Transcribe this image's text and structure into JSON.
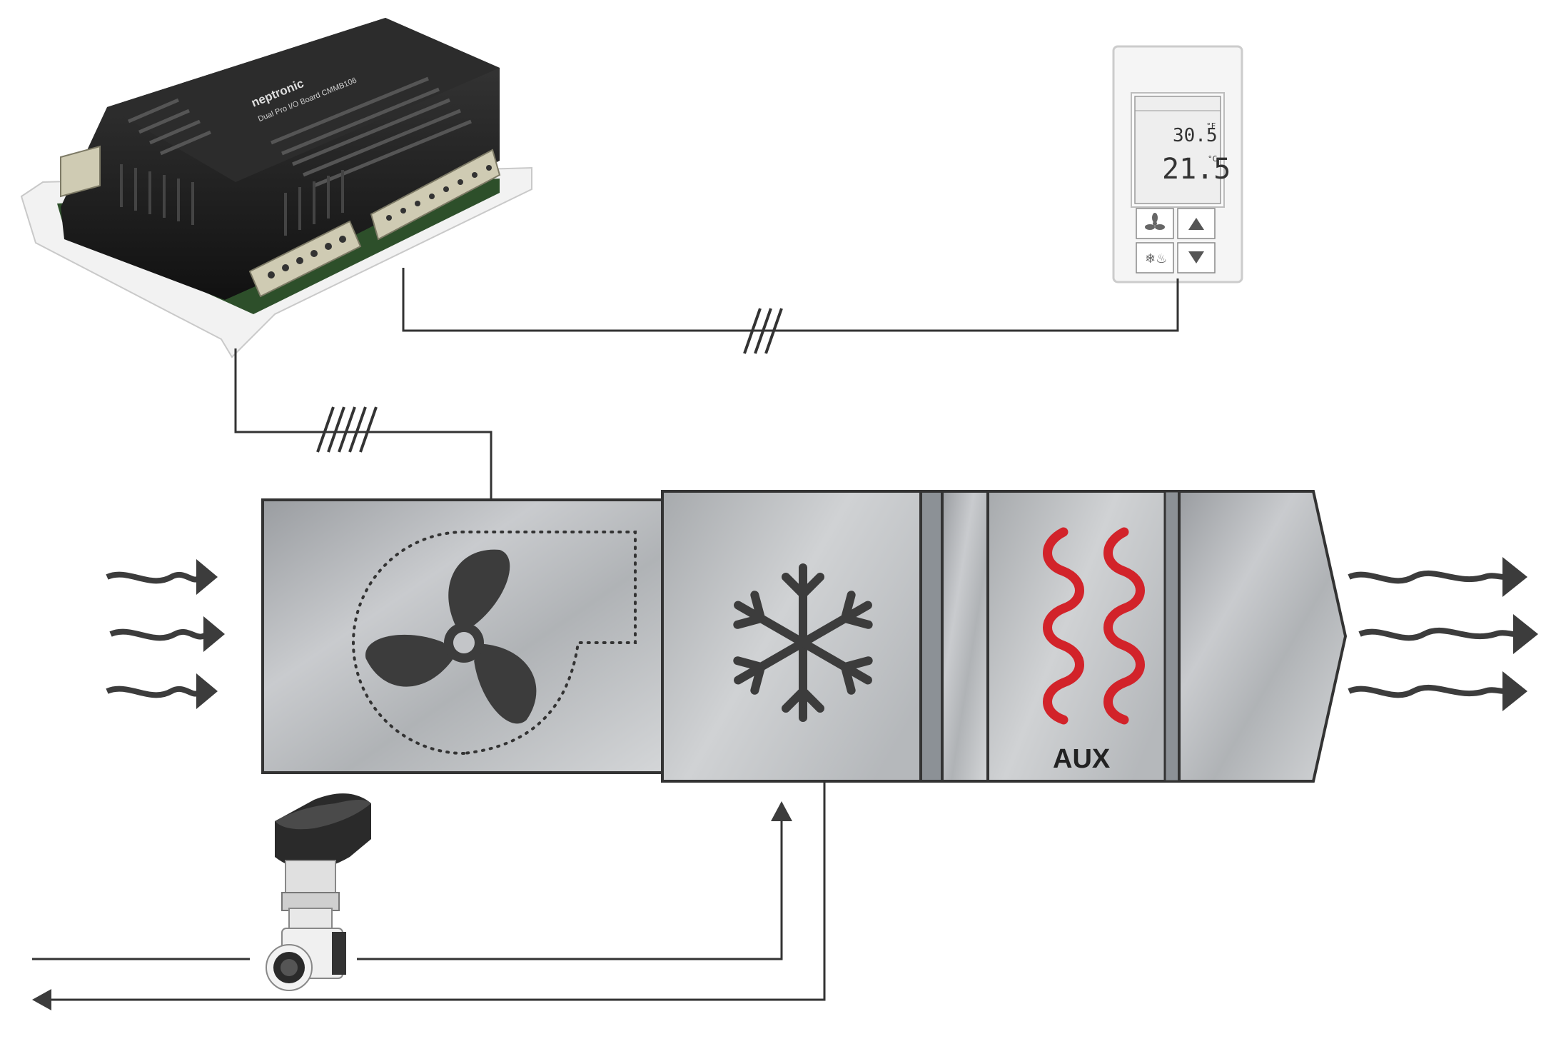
{
  "controller": {
    "brand": "neptronic",
    "model_text": "Dual Pro I/O Board CMMB106"
  },
  "thermostat": {
    "setpoint_display": "30.5",
    "setpoint_unit": "°F",
    "temperature_display": "21.5",
    "temperature_unit": "°C",
    "buttons": [
      "fan-icon",
      "up-arrow-icon",
      "snowflake-flame-icon",
      "down-arrow-icon"
    ]
  },
  "wiring": {
    "thermostat_link_marks": 3,
    "unit_link_marks": 5
  },
  "air_handling_unit": {
    "sections": [
      "fan-icon",
      "snowflake-icon",
      "heater-icon"
    ],
    "aux_label": "AUX"
  },
  "colors": {
    "line": "#333333",
    "heater_coil": "#d2232a",
    "casing": "#b7b9bc",
    "icon_dark": "#3c3c3c"
  }
}
